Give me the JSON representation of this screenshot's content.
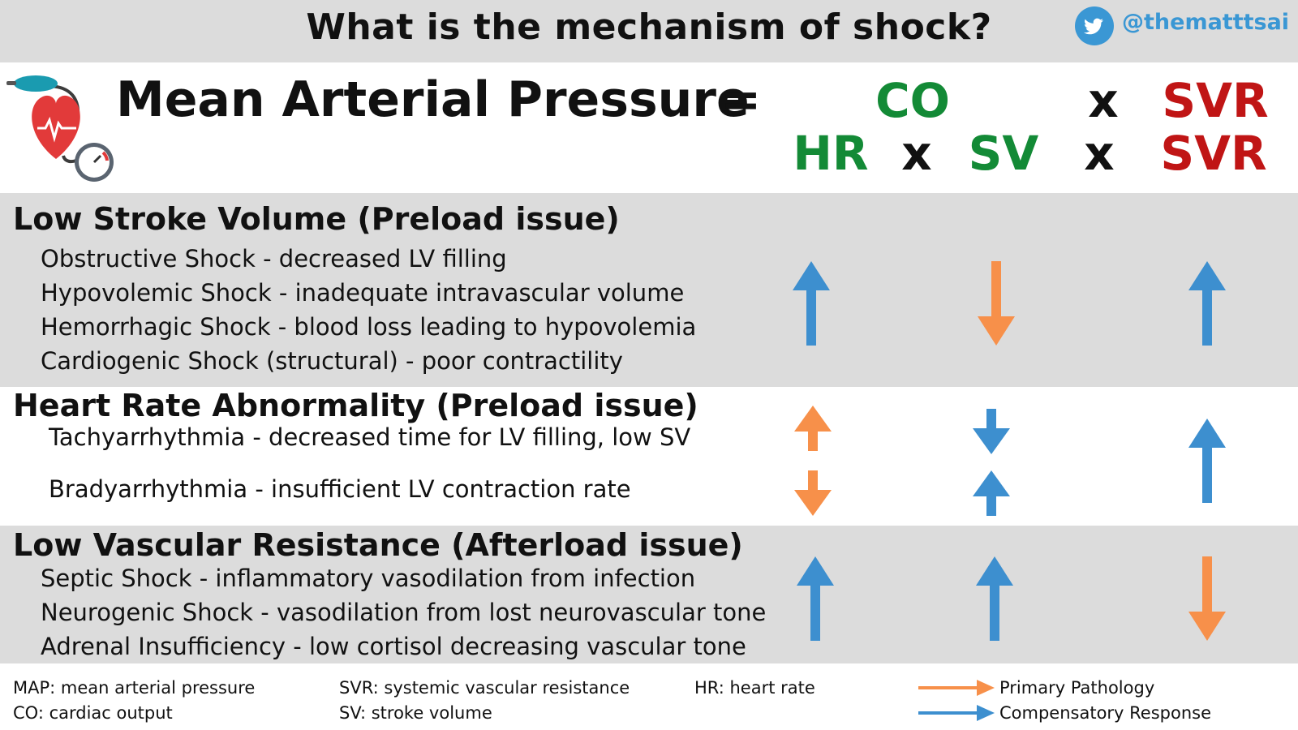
{
  "header": {
    "title": "What is the mechanism of shock?",
    "handle": "@thematttsai"
  },
  "equation": {
    "lhs": "Mean Arterial Pressure",
    "equals": "=",
    "row1": {
      "a": "CO",
      "op": "x",
      "b": "SVR"
    },
    "row2": {
      "a": "HR",
      "op1": "x",
      "b": "SV",
      "op2": "x",
      "c": "SVR"
    }
  },
  "sections": [
    {
      "title": "Low Stroke Volume (Preload issue)",
      "items": [
        "Obstructive Shock - decreased LV filling",
        "Hypovolemic Shock - inadequate intravascular volume",
        "Hemorrhagic Shock - blood loss leading to hypovolemia",
        "Cardiogenic Shock (structural) - poor contractility"
      ]
    },
    {
      "title": "Heart Rate Abnormality (Preload issue)",
      "items": [
        "Tachyarrhythmia - decreased time for LV filling, low SV",
        "Bradyarrhythmia - insufficient LV contraction rate"
      ]
    },
    {
      "title": "Low Vascular Resistance (Afterload issue)",
      "items": [
        "Septic Shock - inflammatory vasodilation from infection",
        "Neurogenic Shock - vasodilation from lost neurovascular tone",
        "Adrenal Insufficiency - low cortisol decreasing vascular tone"
      ]
    }
  ],
  "arrows": [
    {
      "section": "Low Stroke Volume",
      "HR": "up-compensatory",
      "SV": "down-primary",
      "SVR": "up-compensatory"
    },
    {
      "section": "Tachyarrhythmia",
      "HR": "up-primary",
      "SV": "down-compensatory",
      "SVR": "up-compensatory"
    },
    {
      "section": "Bradyarrhythmia",
      "HR": "down-primary",
      "SV": "up-compensatory"
    },
    {
      "section": "Low Vascular Resistance",
      "HR": "up-compensatory",
      "SV": "up-compensatory",
      "SVR": "down-primary"
    }
  ],
  "legend": {
    "abbrev": [
      "MAP: mean arterial pressure",
      "CO: cardiac output",
      "SVR: systemic vascular resistance",
      "SV: stroke volume",
      "HR: heart rate"
    ],
    "primary": "Primary Pathology",
    "compensatory": "Compensatory Response"
  },
  "colors": {
    "primary": "#f7904a",
    "compensatory": "#3d8fcf",
    "green": "#138a36",
    "red": "#c01515",
    "band": "#dcdcdc"
  }
}
